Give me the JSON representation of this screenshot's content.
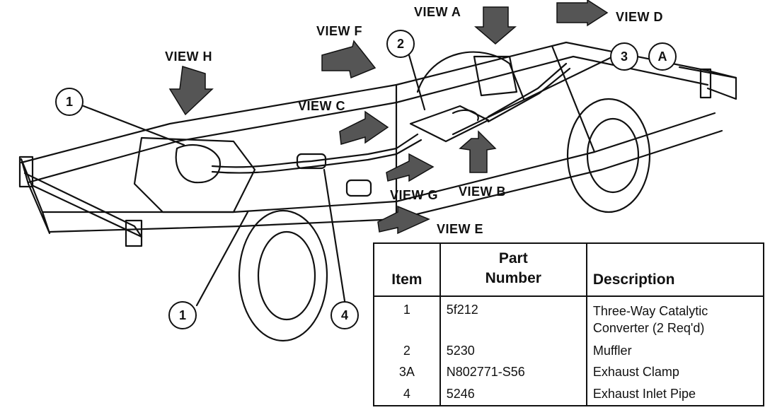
{
  "views": {
    "a": "VIEW A",
    "b": "VIEW B",
    "c": "VIEW C",
    "d": "VIEW D",
    "e": "VIEW E",
    "f": "VIEW F",
    "g": "VIEW G",
    "h": "VIEW H"
  },
  "callouts": {
    "c1_top": "1",
    "c1_bottom": "1",
    "c2": "2",
    "c3": "3",
    "cA": "A",
    "c4": "4"
  },
  "table": {
    "headers": {
      "item": "Item",
      "part_number_line1": "Part",
      "part_number_line2": "Number",
      "description": "Description"
    },
    "rows": [
      {
        "item": "1",
        "part": "5f212",
        "desc1": "Three-Way Catalytic",
        "desc2": "Converter (2 Req'd)"
      },
      {
        "item": "2",
        "part": "5230",
        "desc1": "Muffler",
        "desc2": ""
      },
      {
        "item": "3A",
        "part": "N802771-S56",
        "desc1": "Exhaust Clamp",
        "desc2": ""
      },
      {
        "item": "4",
        "part": "5246",
        "desc1": "Exhaust Inlet Pipe",
        "desc2": ""
      }
    ]
  }
}
